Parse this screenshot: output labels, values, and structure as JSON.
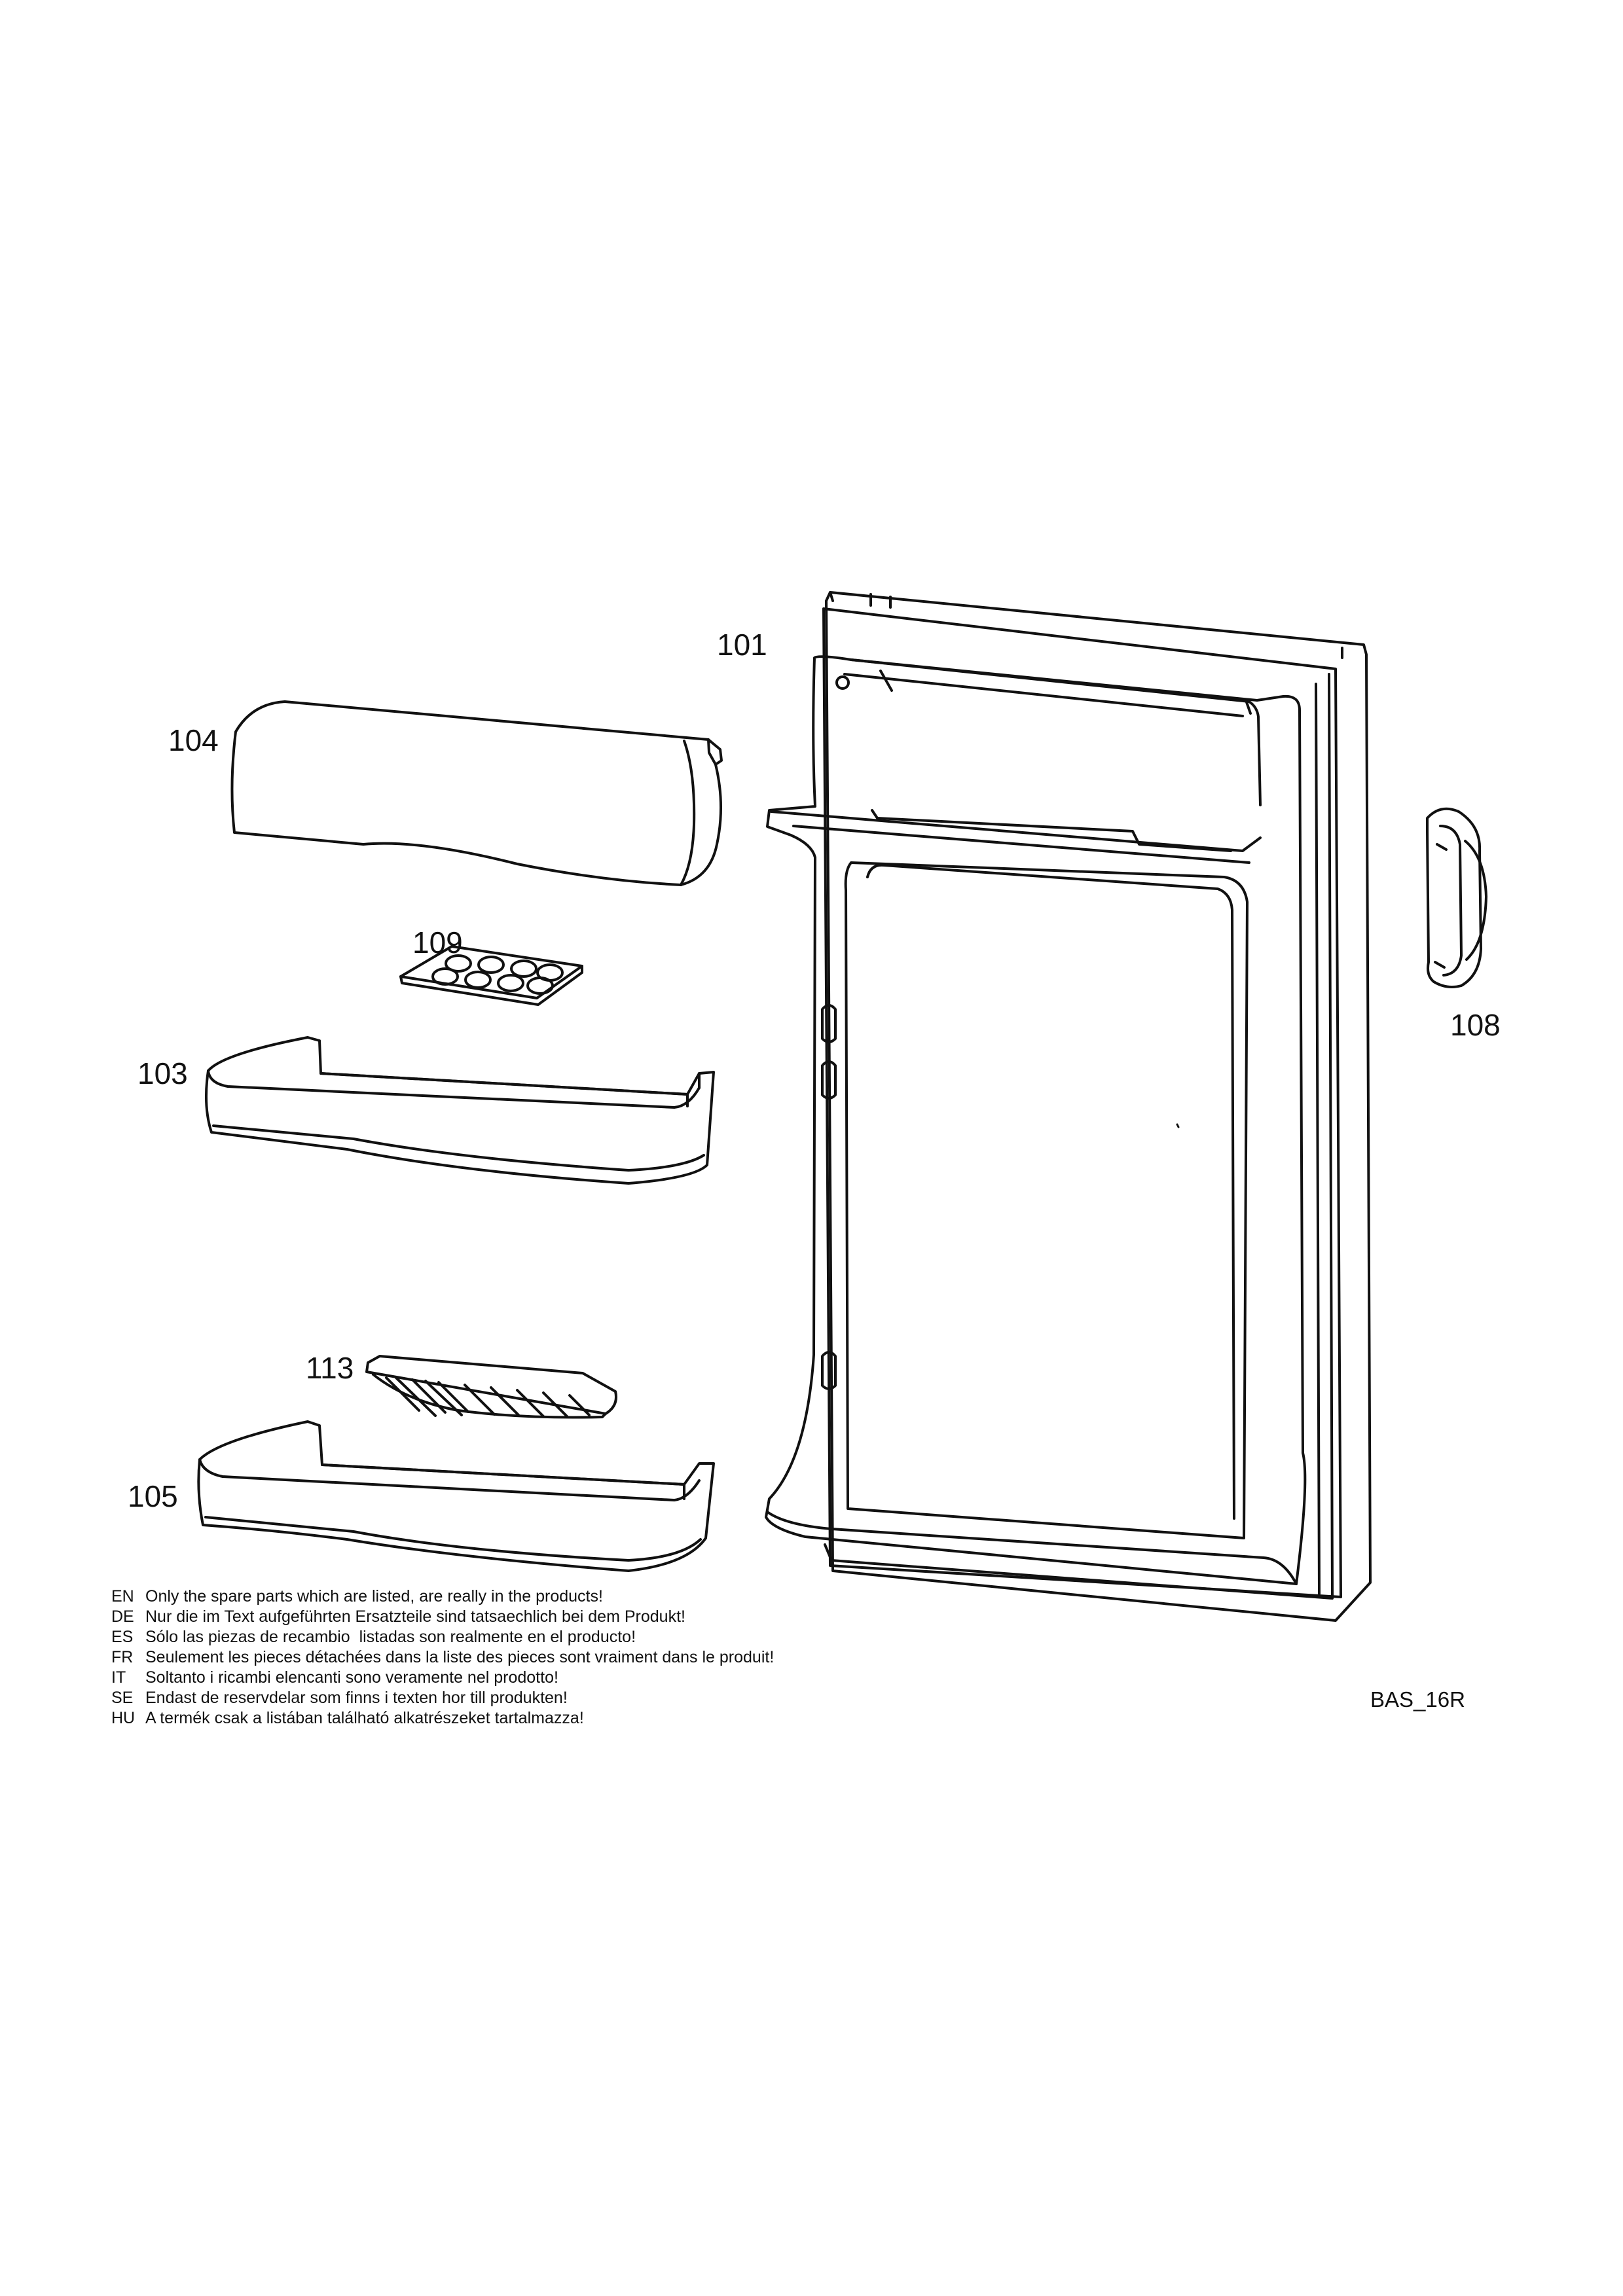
{
  "parts": {
    "p101": "101",
    "p103": "103",
    "p104": "104",
    "p105": "105",
    "p108": "108",
    "p109": "109",
    "p113": "113"
  },
  "drawing_code": "BAS_16R",
  "disclaimer": [
    {
      "lang": "EN",
      "text": "Only the spare parts which are listed, are really in the products!"
    },
    {
      "lang": "DE",
      "text": "Nur die im Text aufgeführten Ersatzteile sind tatsaechlich bei dem Produkt!"
    },
    {
      "lang": "ES",
      "text": "Sólo las piezas de recambio  listadas son realmente en el producto!"
    },
    {
      "lang": "FR",
      "text": "Seulement les pieces détachées dans la liste des pieces sont vraiment dans le produit!"
    },
    {
      "lang": "IT",
      "text": "Soltanto i ricambi elencanti sono veramente nel prodotto!"
    },
    {
      "lang": "SE",
      "text": "Endast de reservdelar som finns i texten hor till produkten!"
    },
    {
      "lang": "HU",
      "text": "A termék csak a listában található alkatrészeket tartalmazza!"
    }
  ]
}
